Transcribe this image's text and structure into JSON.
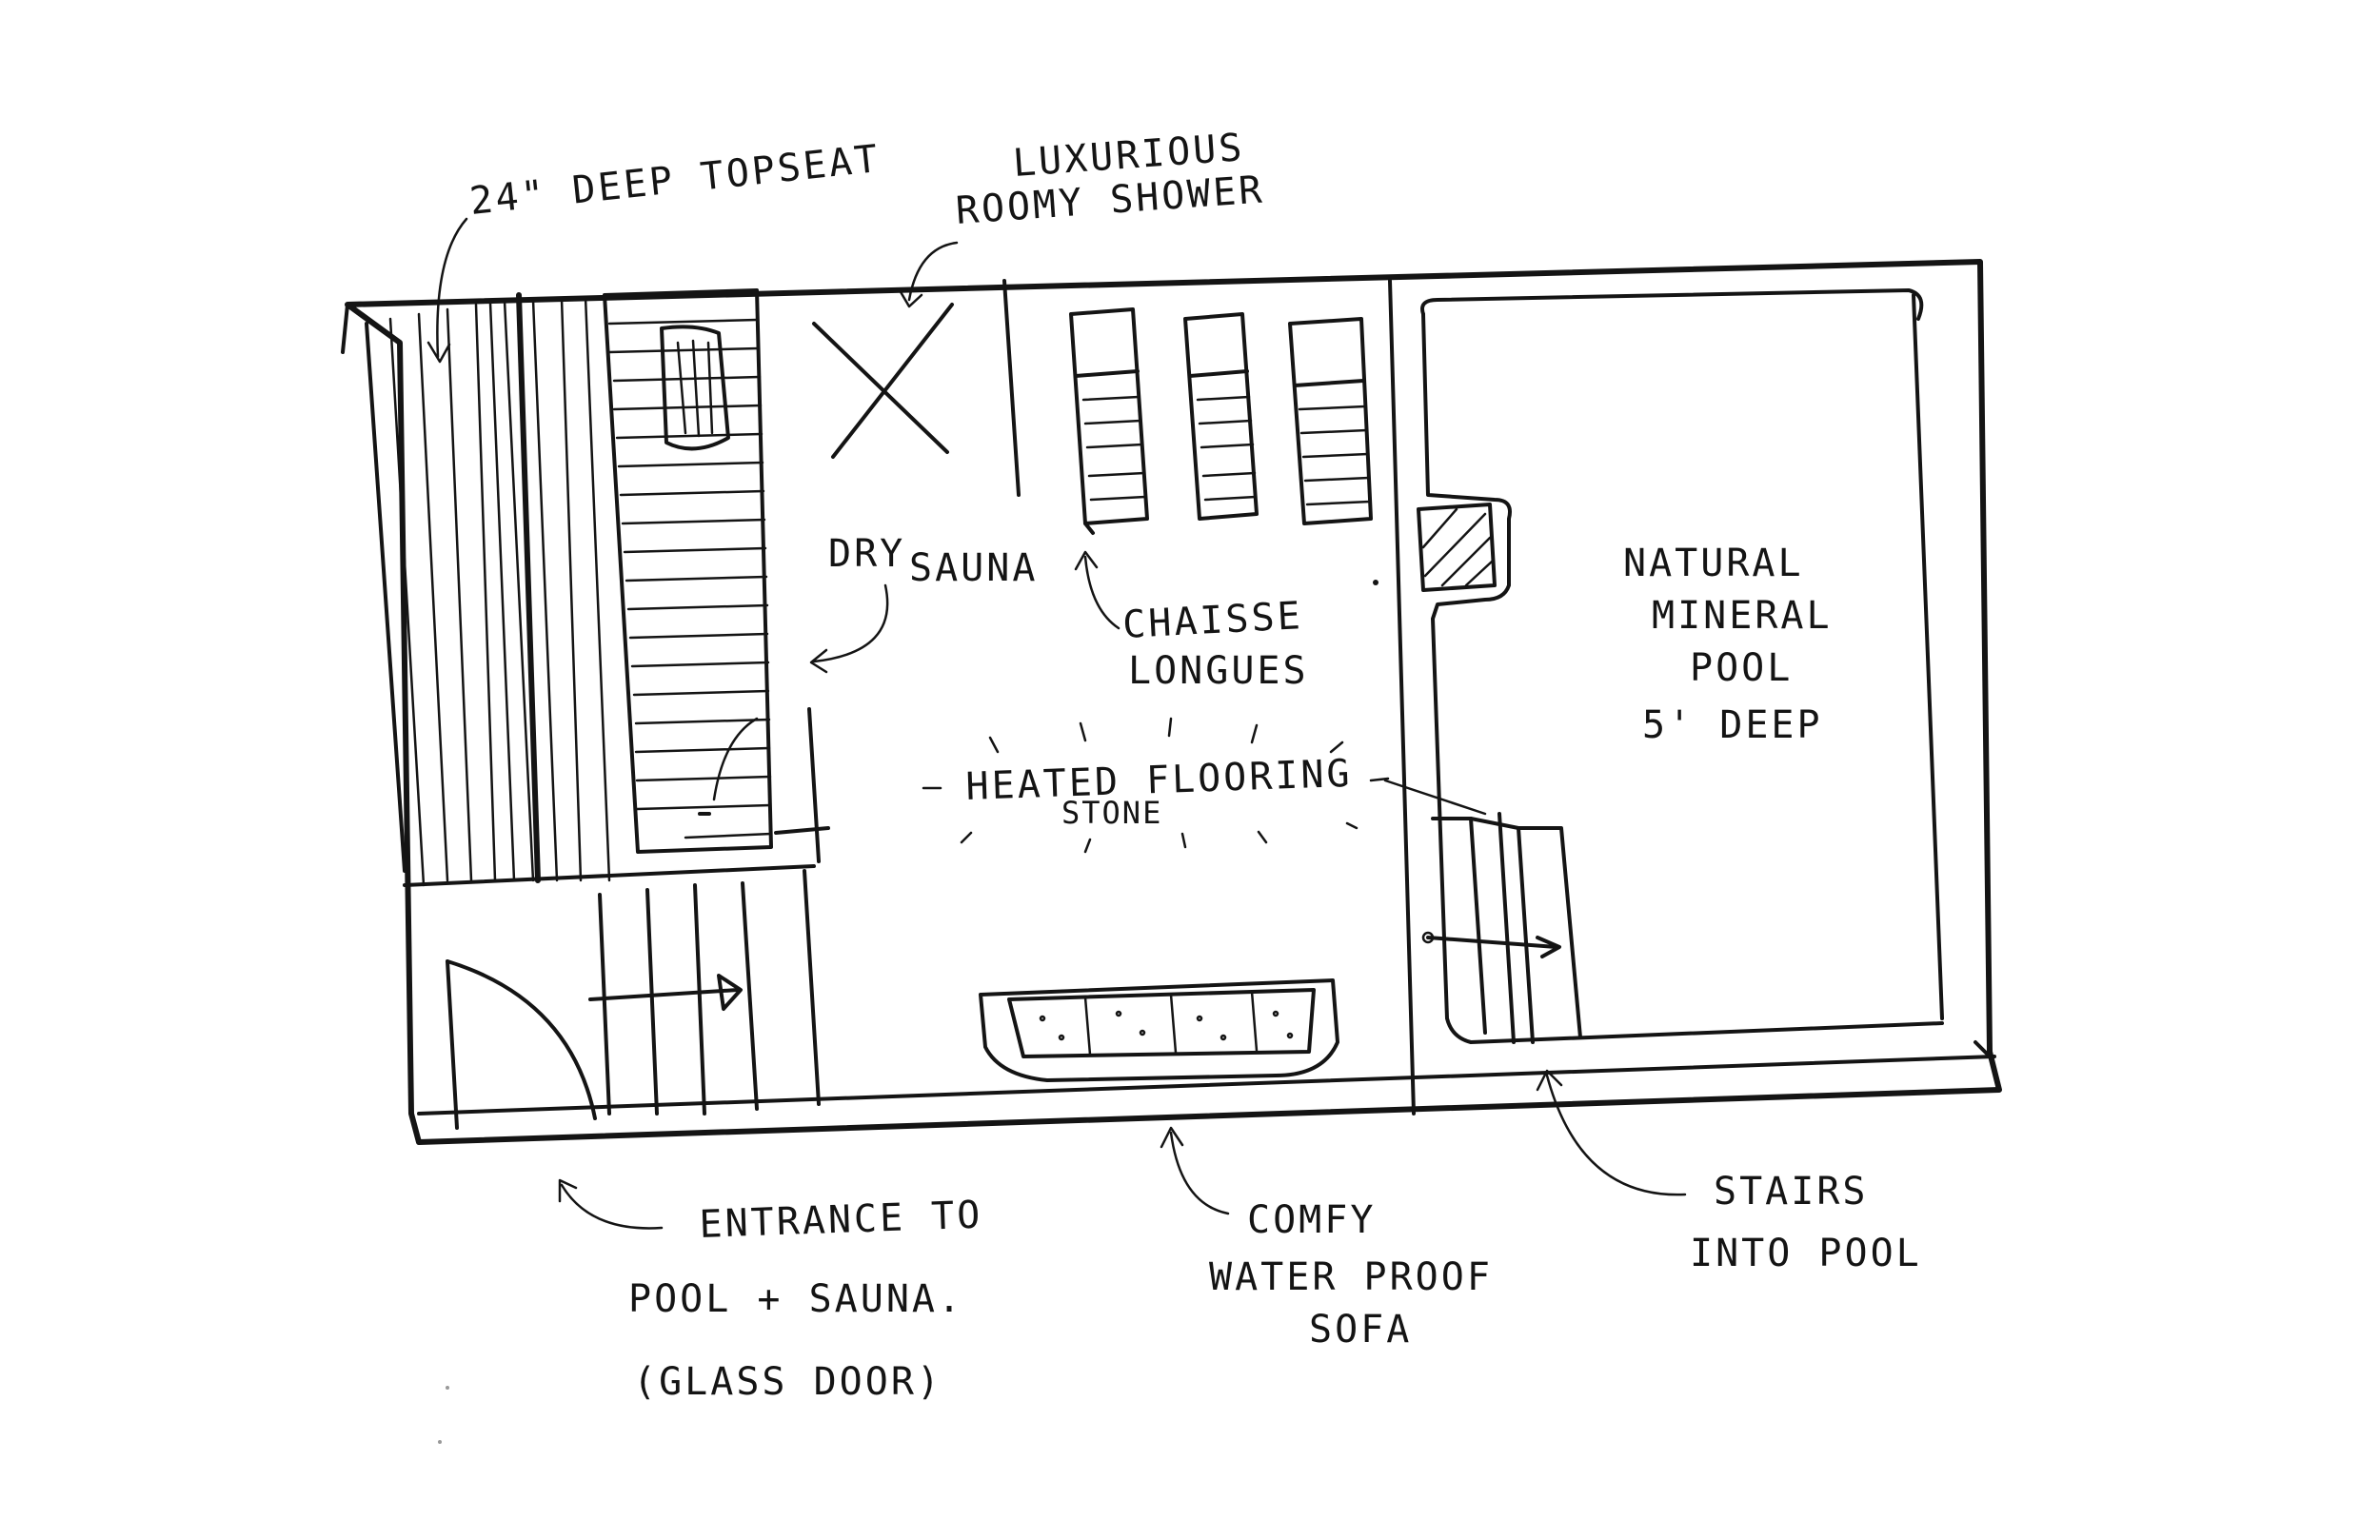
{
  "labels": {
    "top_seat": "24\" DEEP TOPSEAT",
    "shower_line1": "LUXURIOUS",
    "shower_line2": "ROOMY SHOWER",
    "sauna_dry": "DRY",
    "sauna_word": "SAUNA",
    "chaise_line1": "CHAISSE",
    "chaise_line2": "LONGUES",
    "heated_line1": "HEATED FLOORING",
    "heated_line2": "STONE",
    "pool_line1": "NATURAL",
    "pool_line2": "MINERAL",
    "pool_line3": "POOL",
    "pool_line4": "5' DEEP",
    "entrance_line1": "ENTRANCE TO",
    "entrance_line2": "POOL + SAUNA.",
    "entrance_line3": "(GLASS DOOR)",
    "sofa_line1": "COMFY",
    "sofa_line2": "WATER PROOF",
    "sofa_line3": "SOFA",
    "stairs_line1": "STAIRS",
    "stairs_line2": "INTO POOL"
  }
}
